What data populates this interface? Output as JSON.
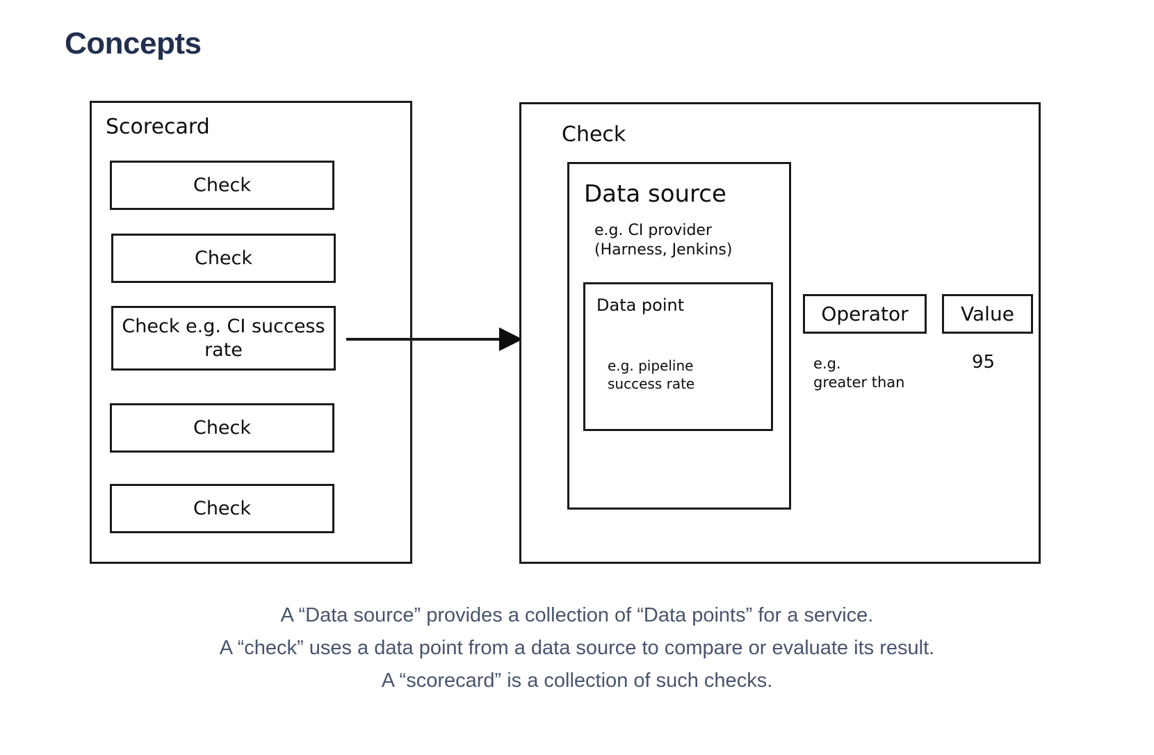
{
  "page": {
    "title": "Concepts",
    "title_color": "#21304f",
    "background": "#ffffff",
    "stroke_color": "#1b1b1b",
    "caption_color": "#48546e"
  },
  "scorecard": {
    "title": "Scorecard",
    "checks": [
      {
        "label": "Check"
      },
      {
        "label": "Check"
      },
      {
        "label": "Check e.g. CI\nsuccess rate"
      },
      {
        "label": "Check"
      },
      {
        "label": "Check"
      }
    ]
  },
  "check": {
    "title": "Check",
    "data_source": {
      "title": "Data source",
      "example": "e.g. CI provider\n(Harness, Jenkins)",
      "data_point": {
        "title": "Data point",
        "example": "e.g. pipeline\nsuccess rate"
      }
    },
    "operator": {
      "label": "Operator",
      "example": "e.g.\ngreater than"
    },
    "value": {
      "label": "Value",
      "example": "95"
    }
  },
  "connector": {
    "icon": "arrow-right-icon",
    "from": "check-ci-success-rate",
    "to": "check-detail"
  },
  "caption": {
    "lines": [
      "A “Data source” provides a collection of “Data points” for a service.",
      "A “check” uses a data point from a data source to compare or evaluate its result.",
      "A “scorecard” is a collection of such checks."
    ]
  }
}
